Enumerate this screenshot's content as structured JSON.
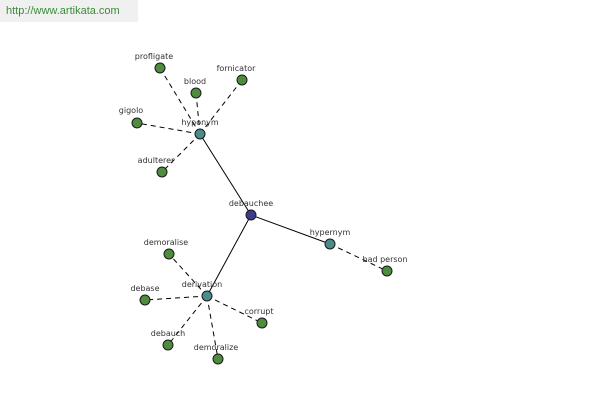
{
  "watermark": {
    "text": "http://www.artikata.com"
  },
  "colors": {
    "center": "#3c3c8c",
    "relation": "#4a8c8c",
    "leaf": "#4e8c3e",
    "watermark": "#3a8c3a"
  },
  "nodes": [
    {
      "id": "debauchee",
      "label": "debauchee",
      "kind": "center"
    },
    {
      "id": "hyponym",
      "label": "hyponym",
      "kind": "relation"
    },
    {
      "id": "derivation",
      "label": "derivation",
      "kind": "relation"
    },
    {
      "id": "hypernym",
      "label": "hypernym",
      "kind": "relation"
    },
    {
      "id": "profligate",
      "label": "profligate",
      "kind": "leaf"
    },
    {
      "id": "blood",
      "label": "blood",
      "kind": "leaf"
    },
    {
      "id": "fornicator",
      "label": "fornicator",
      "kind": "leaf"
    },
    {
      "id": "gigolo",
      "label": "gigolo",
      "kind": "leaf"
    },
    {
      "id": "adulterer",
      "label": "adulterer",
      "kind": "leaf"
    },
    {
      "id": "demoralise",
      "label": "demoralise",
      "kind": "leaf"
    },
    {
      "id": "debase",
      "label": "debase",
      "kind": "leaf"
    },
    {
      "id": "corrupt",
      "label": "corrupt",
      "kind": "leaf"
    },
    {
      "id": "debauch",
      "label": "debauch",
      "kind": "leaf"
    },
    {
      "id": "demoralize",
      "label": "demoralize",
      "kind": "leaf"
    },
    {
      "id": "bad_person",
      "label": "bad person",
      "kind": "leaf"
    }
  ],
  "edges": [
    {
      "from": "debauchee",
      "to": "hyponym",
      "style": "solid"
    },
    {
      "from": "debauchee",
      "to": "derivation",
      "style": "solid"
    },
    {
      "from": "debauchee",
      "to": "hypernym",
      "style": "solid"
    },
    {
      "from": "hyponym",
      "to": "profligate",
      "style": "dashed"
    },
    {
      "from": "hyponym",
      "to": "blood",
      "style": "dashed"
    },
    {
      "from": "hyponym",
      "to": "fornicator",
      "style": "dashed"
    },
    {
      "from": "hyponym",
      "to": "gigolo",
      "style": "dashed"
    },
    {
      "from": "hyponym",
      "to": "adulterer",
      "style": "dashed"
    },
    {
      "from": "derivation",
      "to": "demoralise",
      "style": "dashed"
    },
    {
      "from": "derivation",
      "to": "debase",
      "style": "dashed"
    },
    {
      "from": "derivation",
      "to": "corrupt",
      "style": "dashed"
    },
    {
      "from": "derivation",
      "to": "debauch",
      "style": "dashed"
    },
    {
      "from": "derivation",
      "to": "demoralize",
      "style": "dashed"
    },
    {
      "from": "hypernym",
      "to": "bad_person",
      "style": "dashed"
    }
  ]
}
